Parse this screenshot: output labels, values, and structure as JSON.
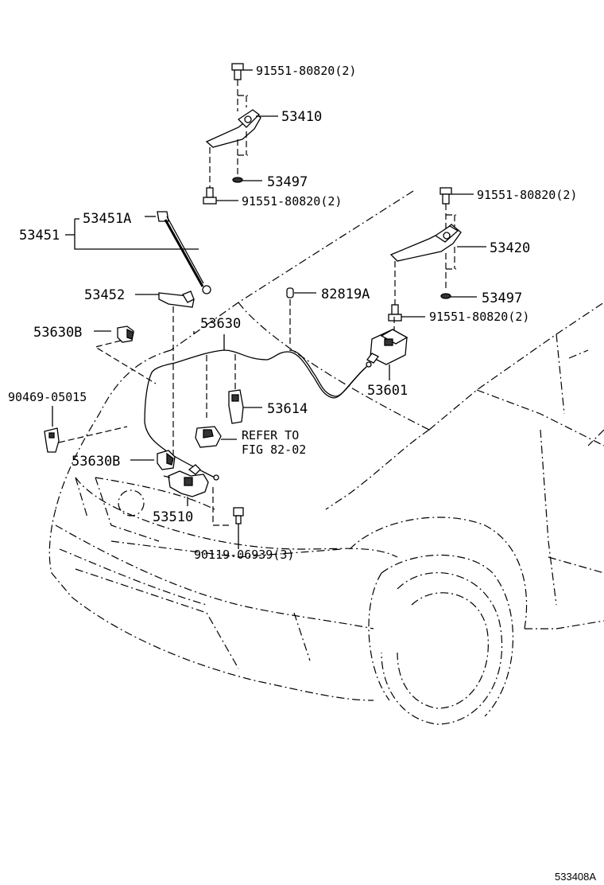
{
  "labels": {
    "bolt_top": "91551-80820(2)",
    "hinge_lh": "53410",
    "washer_lh": "53497",
    "bolt_lh_lower": "91551-80820(2)",
    "bolt_rh_top": "91551-80820(2)",
    "hinge_rh": "53420",
    "washer_rh": "53497",
    "bolt_rh_lower": "91551-80820(2)",
    "support_rod_set": "53451",
    "support_rod": "53451A",
    "rod_holder": "53452",
    "grommet": "82819A",
    "clamp_upper": "53630B",
    "release_cable": "53630",
    "release_lever": "53601",
    "clip_90469": "90469-05015",
    "cable_clamp": "53614",
    "refer_line1": "REFER TO",
    "refer_line2": "FIG 82-02",
    "clamp_lower": "53630B",
    "hood_lock": "53510",
    "lock_bolt": "90119-06939(3)",
    "figure_code": "533408A"
  }
}
